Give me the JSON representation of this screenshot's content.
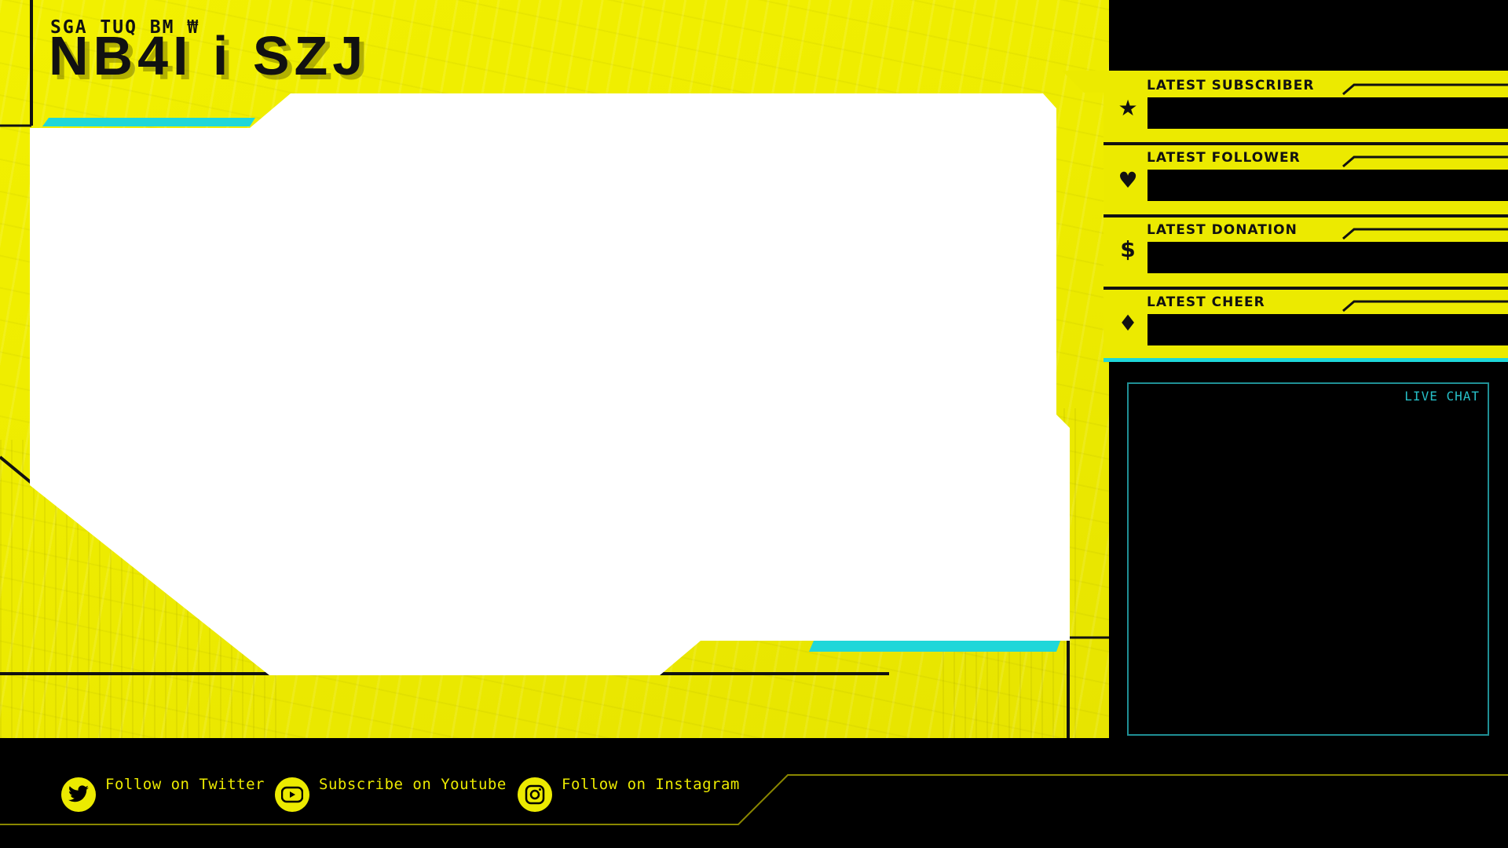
{
  "branding": {
    "sub_text": "SGA TUQ BM ₩",
    "main_text": "NB4I i SZJ"
  },
  "stats": [
    {
      "label": "LATEST SUBSCRIBER",
      "icon": "star-icon",
      "glyph": "★"
    },
    {
      "label": "LATEST FOLLOWER",
      "icon": "heart-icon",
      "glyph": "♥"
    },
    {
      "label": "LATEST DONATION",
      "icon": "dollar-icon",
      "glyph": "$"
    },
    {
      "label": "LATEST CHEER",
      "icon": "diamond-icon",
      "glyph": "♦"
    }
  ],
  "chat": {
    "title": "LIVE CHAT"
  },
  "socials": [
    {
      "label": "Follow on Twitter",
      "icon": "twitter-icon"
    },
    {
      "label": "Subscribe on Youtube",
      "icon": "youtube-icon"
    },
    {
      "label": "Follow on Instagram",
      "icon": "instagram-icon"
    }
  ],
  "colors": {
    "yellow": "#ecea00",
    "cyan": "#26c0c8",
    "black": "#000000",
    "white": "#ffffff"
  }
}
